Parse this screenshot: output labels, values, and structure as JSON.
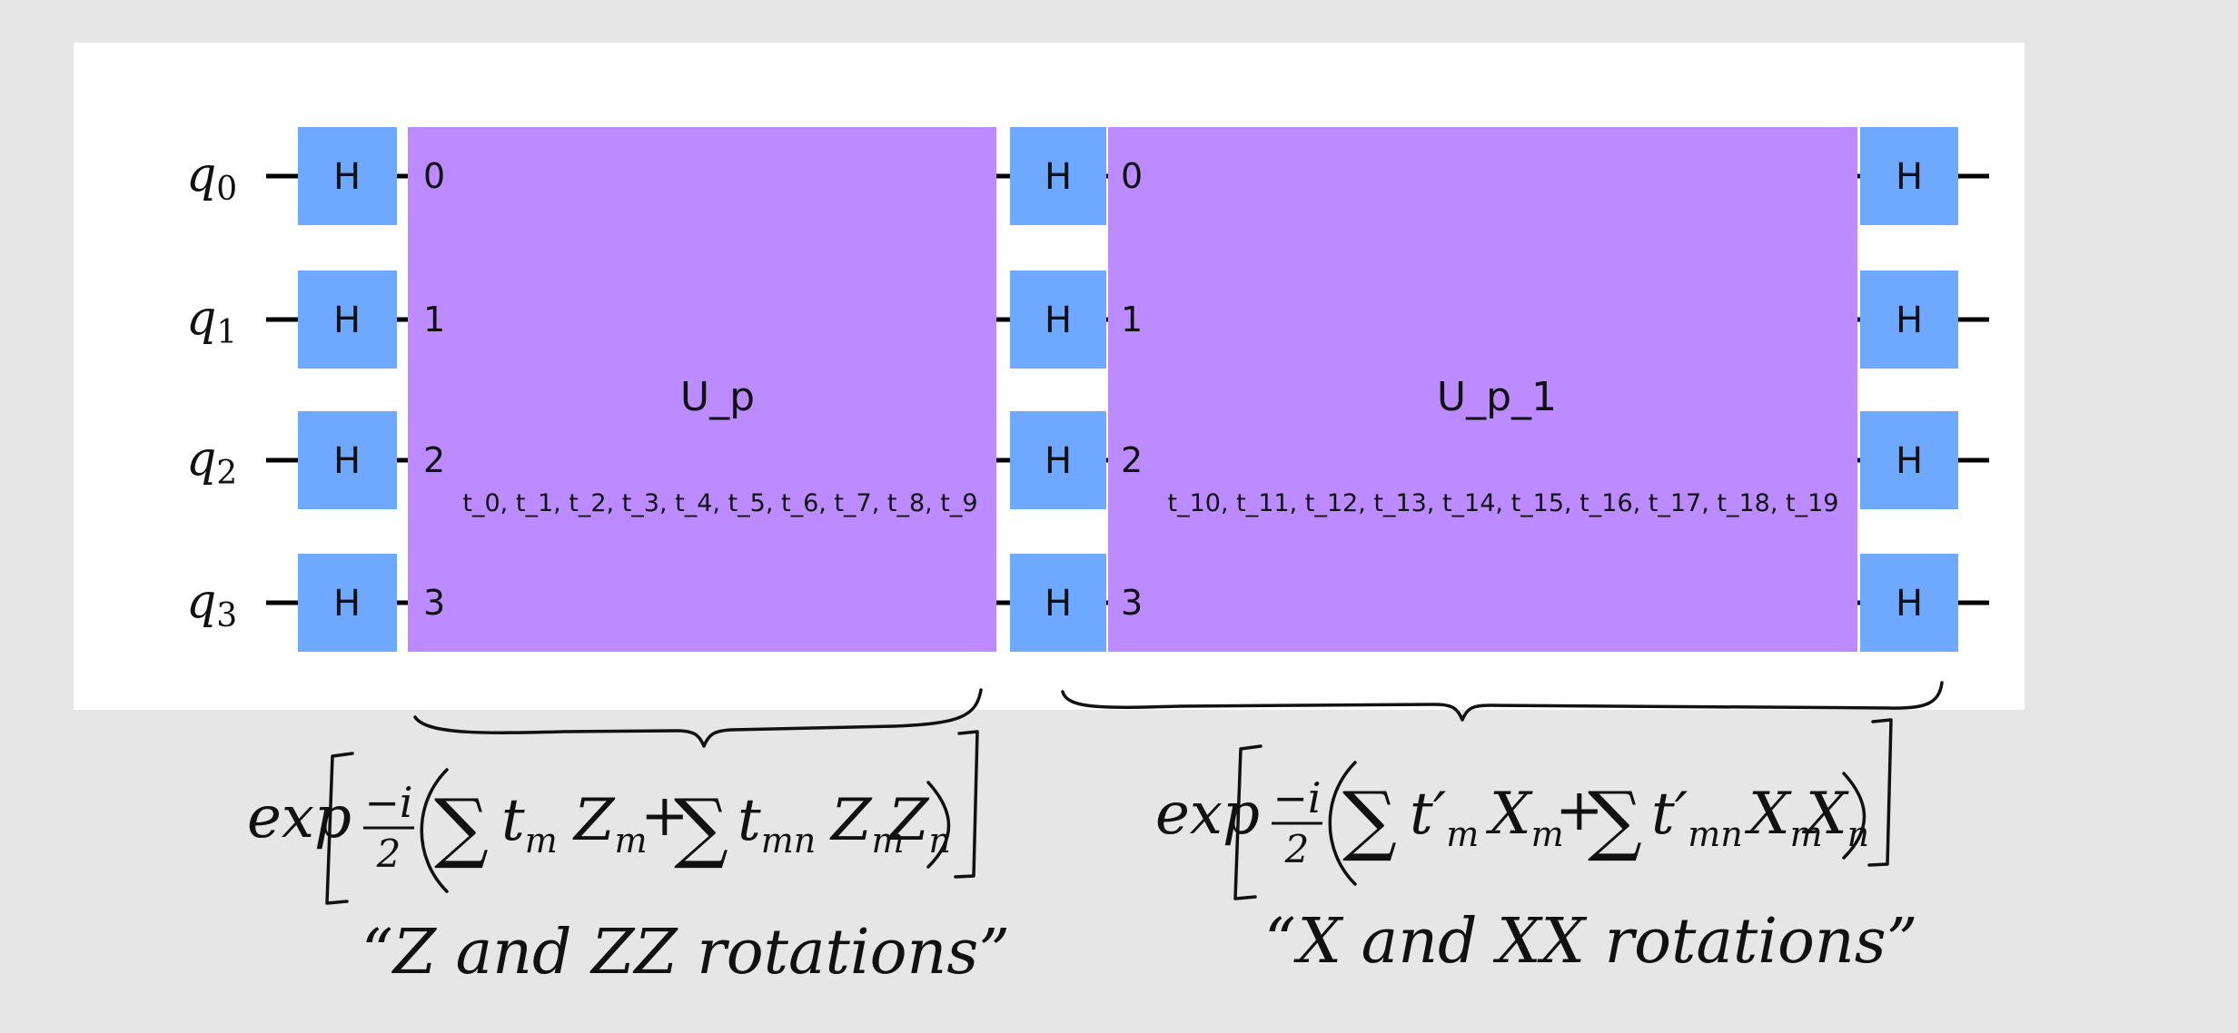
{
  "circuit": {
    "qubits": [
      {
        "name": "q",
        "index": "0"
      },
      {
        "name": "q",
        "index": "1"
      },
      {
        "name": "q",
        "index": "2"
      },
      {
        "name": "q",
        "index": "3"
      }
    ],
    "h_label": "H",
    "ports": [
      "0",
      "1",
      "2",
      "3"
    ],
    "blocks": [
      {
        "name": "U_p",
        "params": "t_0, t_1, t_2, t_3, t_4, t_5, t_6, t_7, t_8, t_9"
      },
      {
        "name": "U_p_1",
        "params": "t_10, t_11, t_12, t_13, t_14, t_15, t_16, t_17, t_18, t_19"
      }
    ]
  },
  "colors": {
    "h_gate": "#6fa8ff",
    "u_gate": "#bb8bff",
    "panel": "#ffffff",
    "background": "#e6e6e6"
  },
  "annotations": {
    "left": {
      "exp": "exp",
      "frac_num": "−i",
      "frac_den": "2",
      "sum1": "∑",
      "t1": "t",
      "t1_sub": "m",
      "op1": "Z",
      "op1_sub": "m",
      "plus": "+",
      "sum2": "∑",
      "t2": "t",
      "t2_sub": "mn",
      "op2a": "Z",
      "op2a_sub": "m",
      "op2b": "Z",
      "op2b_sub": "n",
      "caption": "“Z and ZZ rotations”"
    },
    "right": {
      "exp": "exp",
      "frac_num": "−i",
      "frac_den": "2",
      "sum1": "∑",
      "t1": "t′",
      "t1_sub": "m",
      "op1": "X",
      "op1_sub": "m",
      "plus": "+",
      "sum2": "∑",
      "t2": "t′",
      "t2_sub": "mn",
      "op2a": "X",
      "op2a_sub": "m",
      "op2b": "X",
      "op2b_sub": "n",
      "caption": "“X and XX rotations”"
    }
  }
}
